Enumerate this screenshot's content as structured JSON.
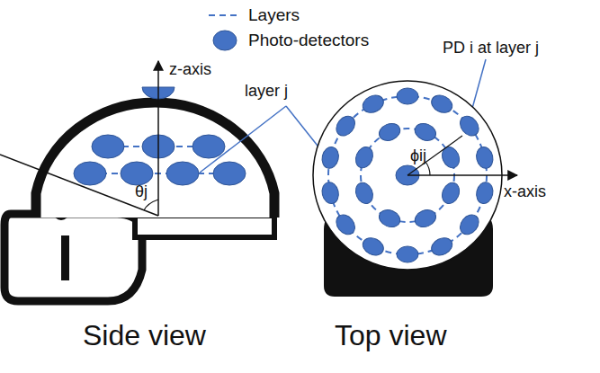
{
  "diagram": {
    "labels": [
      "z-axis",
      "layer j",
      "PD i at layer j",
      "θj",
      "ϕij",
      "x-axis",
      "Side view",
      "Top view"
    ],
    "legend": [
      {
        "text": "Layers"
      },
      {
        "text": "Photo-detectors",
        "color": "#4472c4"
      }
    ]
  }
}
